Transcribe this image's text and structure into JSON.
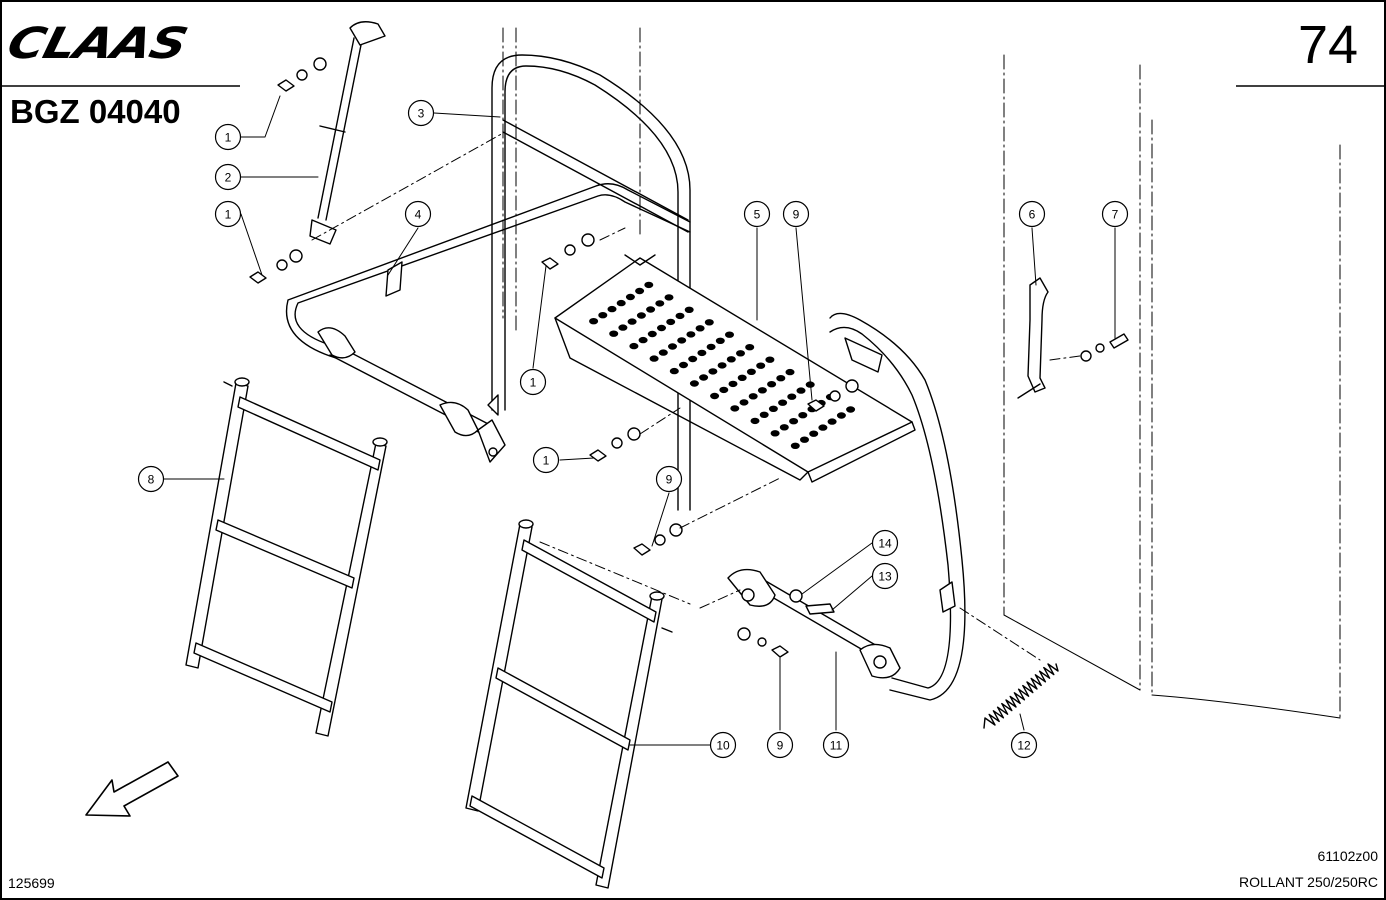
{
  "header": {
    "logo": "CLAAS",
    "page_number": "74",
    "doc_code": "BGZ 04040"
  },
  "footer": {
    "drawing_id": "125699",
    "ref_code": "61102z00",
    "model": "ROLLANT 250/250RC"
  },
  "callouts": [
    {
      "id": "c1a",
      "label": "1"
    },
    {
      "id": "c2",
      "label": "2"
    },
    {
      "id": "c1b",
      "label": "1"
    },
    {
      "id": "c3",
      "label": "3"
    },
    {
      "id": "c4",
      "label": "4"
    },
    {
      "id": "c5",
      "label": "5"
    },
    {
      "id": "c9a",
      "label": "9"
    },
    {
      "id": "c6",
      "label": "6"
    },
    {
      "id": "c7",
      "label": "7"
    },
    {
      "id": "c1c",
      "label": "1"
    },
    {
      "id": "c1d",
      "label": "1"
    },
    {
      "id": "c8",
      "label": "8"
    },
    {
      "id": "c9b",
      "label": "9"
    },
    {
      "id": "c14",
      "label": "14"
    },
    {
      "id": "c13",
      "label": "13"
    },
    {
      "id": "c10",
      "label": "10"
    },
    {
      "id": "c9c",
      "label": "9"
    },
    {
      "id": "c11",
      "label": "11"
    },
    {
      "id": "c12",
      "label": "12"
    }
  ]
}
